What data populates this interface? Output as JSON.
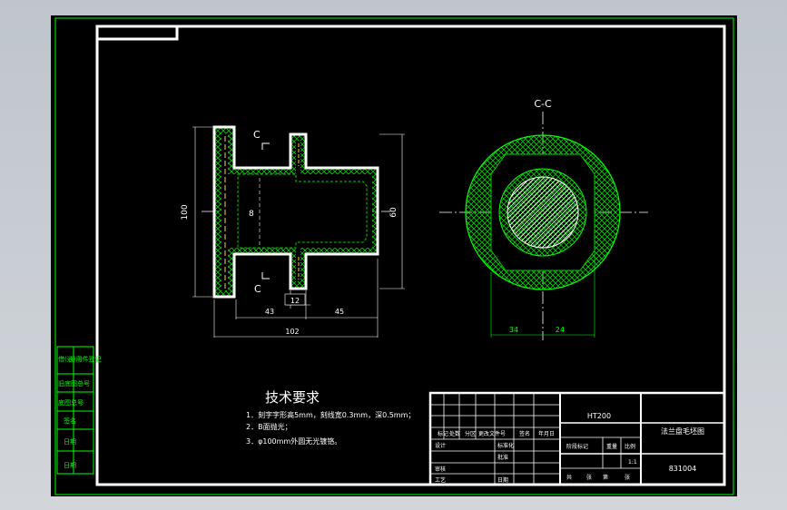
{
  "section_label": "C-C",
  "cut_marks": {
    "upper": "C",
    "lower": "C"
  },
  "dimensions": {
    "overall_height": "100",
    "shaft_dia": "60",
    "bore": "8",
    "left_len": "43",
    "right_len": "45",
    "total_len": "102",
    "groove": "12",
    "sec_left": "34",
    "sec_right": "24"
  },
  "tech": {
    "title": "技术要求",
    "items": [
      "1．刻字字形高5mm，刻线宽0.3mm，深0.5mm；",
      "2．B面抛光；",
      "3．φ100mm外圆无光镀铬。"
    ]
  },
  "side_labels": [
    "借(通)用件登记",
    "旧底图总号",
    "底图总号",
    "签名",
    "日期",
    "日期"
  ],
  "title_block": {
    "material": "HT200",
    "part_name": "法兰盘毛坯图",
    "drawing_no": "831004",
    "scale": "1:1",
    "headers": [
      "标记",
      "处数",
      "分区",
      "更改文件号",
      "签名",
      "年月日"
    ],
    "row_labels": [
      "设计",
      "审核",
      "工艺"
    ],
    "mid_labels": [
      "标准化",
      "批准",
      "日期"
    ],
    "stage_labels": [
      "阶段标记",
      "重量",
      "比例"
    ],
    "sheet_labels": [
      "共",
      "张",
      "第",
      "张"
    ]
  },
  "colors": {
    "background": "#000000",
    "line": "#ffffff",
    "frame": "#00ff00",
    "hatch": "#00cc00",
    "centerline": "#ffffff",
    "dimension": "#ffffff",
    "yellow_hidden": "#ffd23c"
  }
}
